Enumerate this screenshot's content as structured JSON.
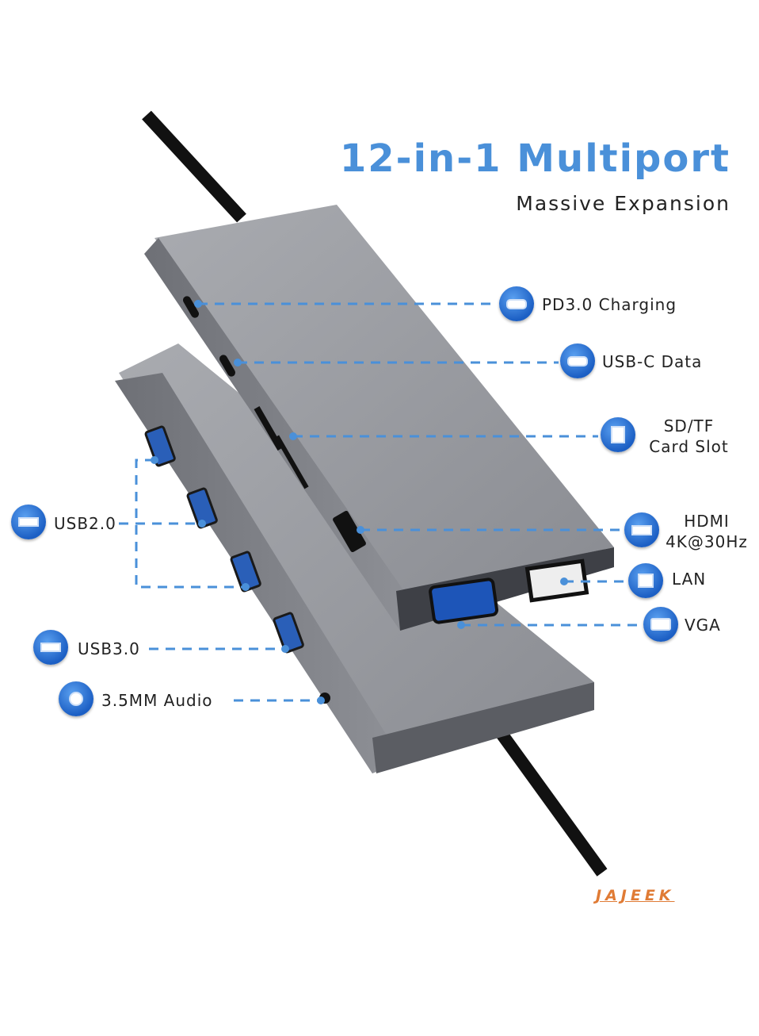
{
  "header": {
    "title": "12-in-1 Multiport",
    "subtitle": "Massive Expansion"
  },
  "colors": {
    "accent": "#4a90d9",
    "icon": "#1c5fc4",
    "hub": "#8e9096",
    "brand": "#e07b35"
  },
  "ports": {
    "pd": {
      "label": "PD3.0 Charging",
      "icon": "usb-c-icon"
    },
    "usbc": {
      "label": "USB-C Data",
      "icon": "usb-c-icon"
    },
    "sd": {
      "line1": "SD/TF",
      "line2": "Card Slot",
      "icon": "sd-card-icon"
    },
    "hdmi": {
      "line1": "HDMI",
      "line2": "4K@30Hz",
      "icon": "hdmi-icon"
    },
    "lan": {
      "label": "LAN",
      "icon": "ethernet-icon"
    },
    "vga": {
      "label": "VGA",
      "icon": "vga-icon"
    },
    "usb2": {
      "label": "USB2.0",
      "icon": "usb-a-icon"
    },
    "usb3": {
      "label": "USB3.0",
      "icon": "usb-a-icon"
    },
    "audio": {
      "label": "3.5MM Audio",
      "icon": "audio-jack-icon"
    }
  },
  "brand": "JAJEEK"
}
